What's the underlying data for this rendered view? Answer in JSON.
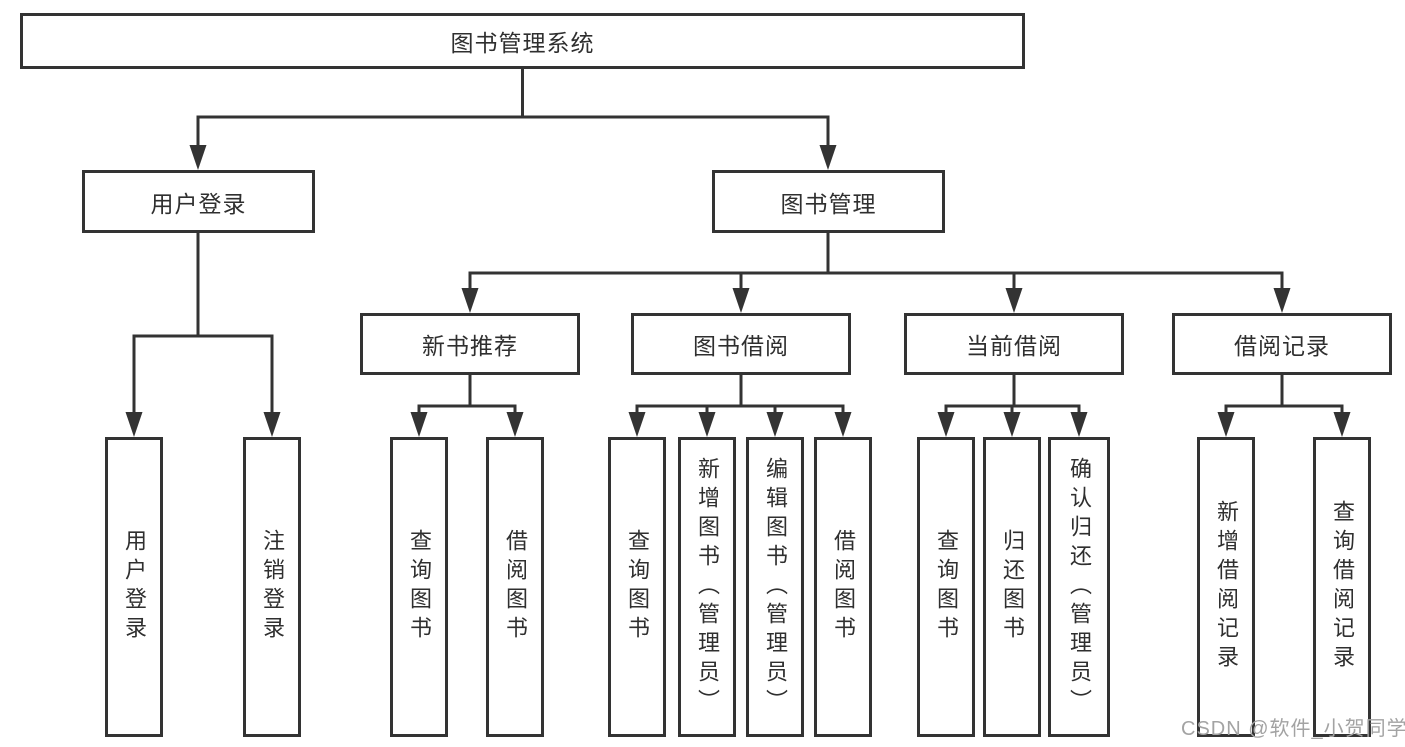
{
  "diagram": {
    "title": "图书管理系统",
    "watermark": "CSDN @软件_小贺同学",
    "colors": {
      "line": "#333333",
      "border": "#333333",
      "text": "#2f2f2f",
      "watermark": "#a3a3a3",
      "background": "#ffffff"
    },
    "nodes": {
      "root": {
        "label": "图书管理系统"
      },
      "user_login": {
        "label": "用户登录"
      },
      "book_mgmt": {
        "label": "图书管理"
      },
      "login": {
        "label": "用户登录"
      },
      "logout": {
        "label": "注销登录"
      },
      "new_book_rec": {
        "label": "新书推荐"
      },
      "book_borrow": {
        "label": "图书借阅"
      },
      "current_borrow": {
        "label": "当前借阅"
      },
      "borrow_records": {
        "label": "借阅记录"
      },
      "query_books_a": {
        "label": "查询图书"
      },
      "borrow_books_a": {
        "label": "借阅图书"
      },
      "query_books_b": {
        "label": "查询图书"
      },
      "add_books_admin": {
        "label": "新增图书（管理员）"
      },
      "edit_books_admin": {
        "label": "编辑图书（管理员）"
      },
      "borrow_books_b": {
        "label": "借阅图书"
      },
      "query_books_c": {
        "label": "查询图书"
      },
      "return_books": {
        "label": "归还图书"
      },
      "confirm_return_admin": {
        "label": "确认归还（管理员）"
      },
      "add_borrow_record": {
        "label": "新增借阅记录"
      },
      "query_borrow_record": {
        "label": "查询借阅记录"
      }
    }
  }
}
